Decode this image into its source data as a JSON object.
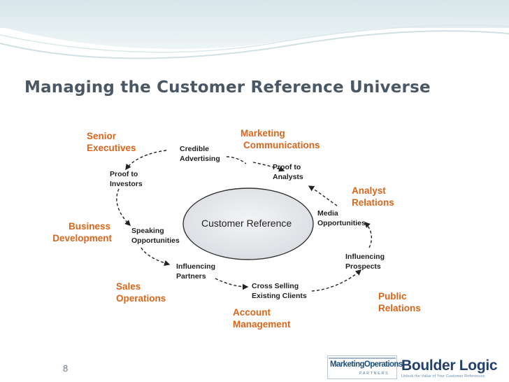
{
  "slide": {
    "title": "Managing the Customer Reference Universe",
    "number": "8"
  },
  "diagram": {
    "center": "Customer Reference",
    "stakeholders": [
      {
        "id": "senior-executives",
        "lines": [
          "Senior",
          "Executives"
        ]
      },
      {
        "id": "marketing-communications",
        "lines": [
          "Marketing",
          "Communications"
        ]
      },
      {
        "id": "analyst-relations",
        "lines": [
          "Analyst",
          "Relations"
        ]
      },
      {
        "id": "public-relations",
        "lines": [
          "Public",
          "Relations"
        ]
      },
      {
        "id": "account-management",
        "lines": [
          "Account",
          "Management"
        ]
      },
      {
        "id": "sales-operations",
        "lines": [
          "Sales",
          "Operations"
        ]
      },
      {
        "id": "business-development",
        "lines": [
          "Business",
          "Development"
        ]
      }
    ],
    "activities": [
      {
        "id": "credible-advertising",
        "lines": [
          "Credible",
          "Advertising"
        ]
      },
      {
        "id": "proof-to-analysts",
        "lines": [
          "Proof to",
          "Analysts"
        ]
      },
      {
        "id": "media-opportunities",
        "lines": [
          "Media",
          "Opportunities"
        ]
      },
      {
        "id": "influencing-prospects",
        "lines": [
          "Influencing",
          "Prospects"
        ]
      },
      {
        "id": "cross-selling",
        "lines": [
          "Cross Selling",
          "Existing Clients"
        ]
      },
      {
        "id": "influencing-partners",
        "lines": [
          "Influencing",
          "Partners"
        ]
      },
      {
        "id": "speaking-opportunities",
        "lines": [
          "Speaking",
          "Opportunities"
        ]
      },
      {
        "id": "proof-to-investors",
        "lines": [
          "Proof to",
          "Investors"
        ]
      }
    ],
    "colors": {
      "stakeholder": "#d9661a",
      "activity": "#1f1f1f",
      "cycle": "#222222",
      "center_fill": "#e7e9ec"
    }
  },
  "logos": {
    "marketing_operations": {
      "name": "MarketingOperations",
      "sub": "PARTNERS"
    },
    "boulder_logic": {
      "name": "Boulder Logic",
      "tagline": "Unlock the Value of Your Customer References"
    }
  }
}
